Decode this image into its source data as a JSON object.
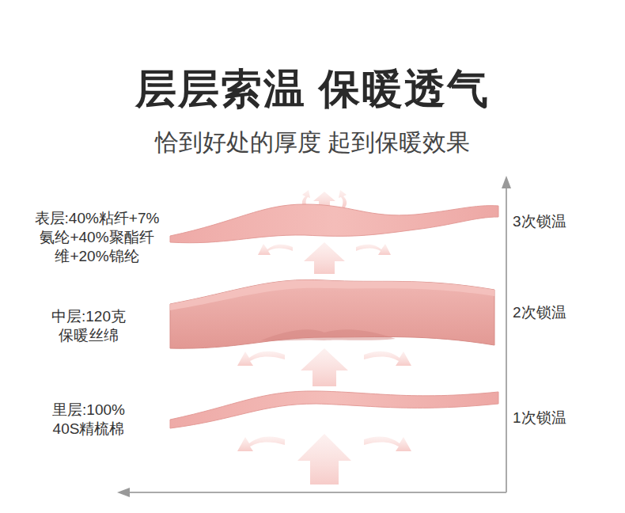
{
  "diagram": {
    "title": "层层索温 保暖透气",
    "caption": "恰到好处的厚度 起到保暖效果",
    "labels": [
      "表层:40%粘纤+7%氨纶+40%聚酯纤维+20%锦纶",
      "3次锁温",
      "中层:120克保暖丝绵",
      "2次锁温",
      "里层:100% 40S精梳棉",
      "1次锁温"
    ]
  }
}
